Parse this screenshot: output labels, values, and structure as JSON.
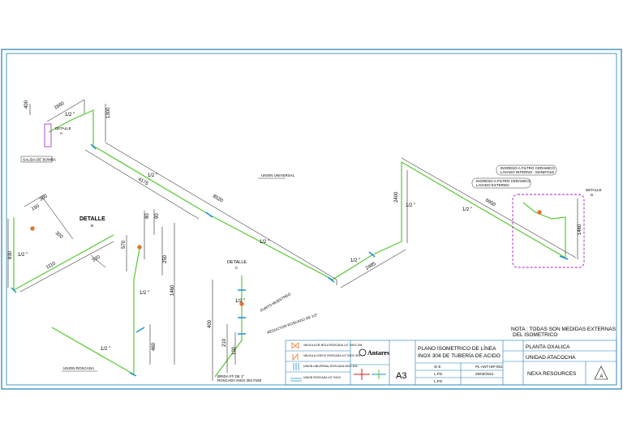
{
  "colors": {
    "frame": "#1f7fb3",
    "pipe": "#58c832",
    "dimension": "#000000",
    "fitting": "#1e8fd6",
    "valve": "#e0742a",
    "cloud": "#a020c8",
    "valve_red": "#d21a1a"
  },
  "dimensions": {
    "d400_top": "400",
    "d1660": "1660",
    "d1300": "1300",
    "d4175": "4175",
    "d8520": "8520",
    "d2485": "2485",
    "d2400": "2400",
    "d6950": "6950",
    "d1460_right": "1460",
    "d300a": "300",
    "d150": "150",
    "d300b": "300",
    "d830": "830",
    "d1110": "1110",
    "d520": "520",
    "d80": "80",
    "d90": "90",
    "d570": "570",
    "d250": "250",
    "d1460_mid": "1460",
    "d460": "460",
    "d400_det": "400",
    "d210": "210",
    "d100": "100"
  },
  "pipe_sizes": {
    "s1": "1/2 \"",
    "s2": "1/2 \"",
    "s3": "1/2 \"",
    "s4": "1/2 \"",
    "s5": "1/2 \"",
    "s6": "1/2 \"",
    "s7": "1/2 \"",
    "s8": "1/2 \"",
    "s9": "1/2 \"",
    "s10": "1/2 \""
  },
  "labels": {
    "detalle_a": "DETALLE",
    "detalle_a_mark": "A",
    "salida_bomba": "SALIDA DE BOMBA",
    "union_universal": "UNION UNIVERSAL",
    "detalle_b": "DETALLE",
    "detalle_b_mark": "B",
    "union_roscada": "UNION ROSCADA",
    "detalle_c": "DETALLE",
    "detalle_c_mark": "C",
    "punto_muestreo": "PUNTO MUESTREO",
    "reductor": "REDUCTOR ROSCADO DE 1/2\"",
    "brida_1": "BRIDA FF DE 1\"",
    "brida_2": "ROSCADA INOX 304 #150",
    "ingreso_1a": "INGRESO A FILTRO CERAMICO",
    "ingreso_1b": "LAVADO INTERNO - MANIFOLD",
    "ingreso_2a": "INGRESO A FILTRO CERAMICO",
    "ingreso_2b": "LAVADO EXTERNO",
    "detalle_d": "DETALLE",
    "detalle_d_mark": "D",
    "nota_1": "NOTA : TODAS SON MEDIDAS EXTERNAS",
    "nota_2": "DEL ISOMETRICO"
  },
  "legend": [
    {
      "text": "VALVULA DE BOLA ROSCADA 1/2\" INOX 304"
    },
    {
      "text": "VALVULA CHECK ROSCADA 1/2\" INOX 304"
    },
    {
      "text": "UNION UNIVERSAL ROSCADA INOX 304"
    },
    {
      "text": "UNION ROSCADA 1/2\" INOX"
    }
  ],
  "title_block": {
    "company_logo": "Antares",
    "sheet_size": "A3",
    "title_line1": "PLANO ISOMETRICO DE LÍNEA",
    "title_line2": "INOX 304 DE TUBERÍA DE ACIDO",
    "plant": "PLANTA OXALICA",
    "unit": "UNIDAD ATACOCHA",
    "client": "NEXA RESOURCES",
    "revision": "A",
    "scale": "S/ E",
    "drawn": "L.P.E",
    "checked": "L.P.E",
    "plan_no": "PL-ANT-ISP-001",
    "date": "25/03/2021"
  }
}
